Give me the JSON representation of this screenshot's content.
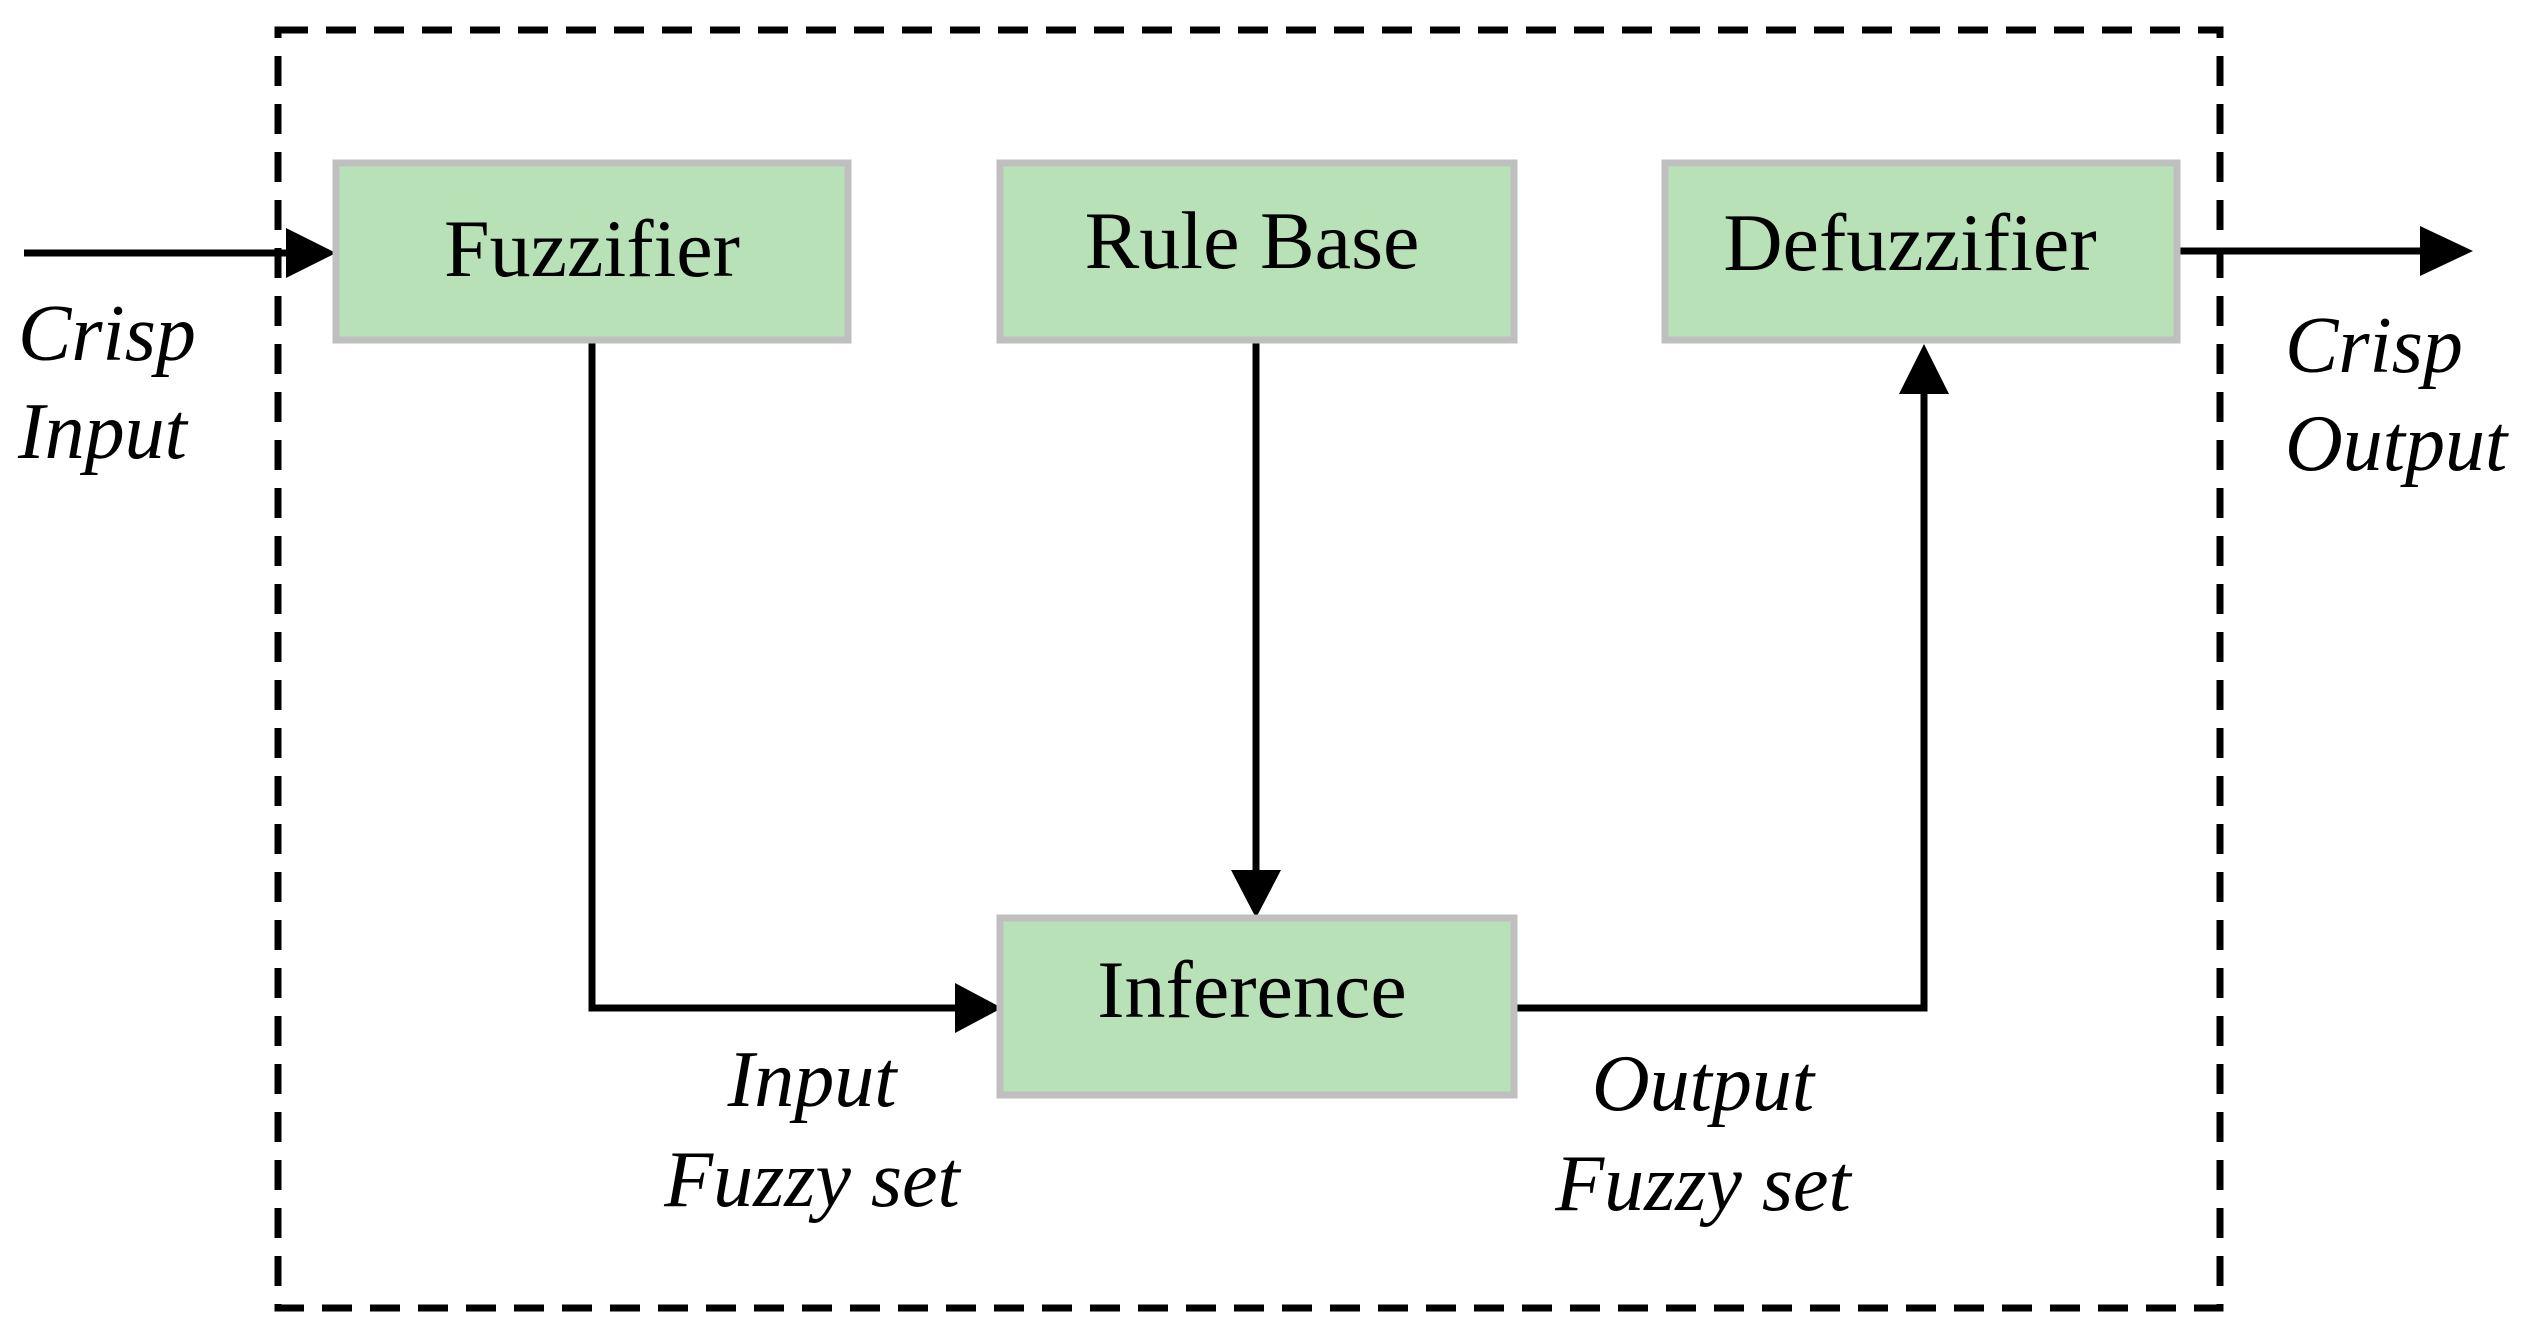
{
  "colors": {
    "block_fill": "#b9e1b7",
    "block_border": "#bfbfbf",
    "line": "#000000",
    "background": "#ffffff"
  },
  "blocks": {
    "fuzzifier": "Fuzzifier",
    "rule_base": "Rule Base",
    "defuzzifier": "Defuzzifier",
    "inference": "Inference"
  },
  "labels": {
    "crisp_input": [
      "Crisp",
      "Input"
    ],
    "crisp_output": [
      "Crisp",
      "Output"
    ],
    "input_fuzzy_set": [
      "Input",
      "Fuzzy set"
    ],
    "output_fuzzy_set": [
      "Output",
      "Fuzzy set"
    ]
  }
}
